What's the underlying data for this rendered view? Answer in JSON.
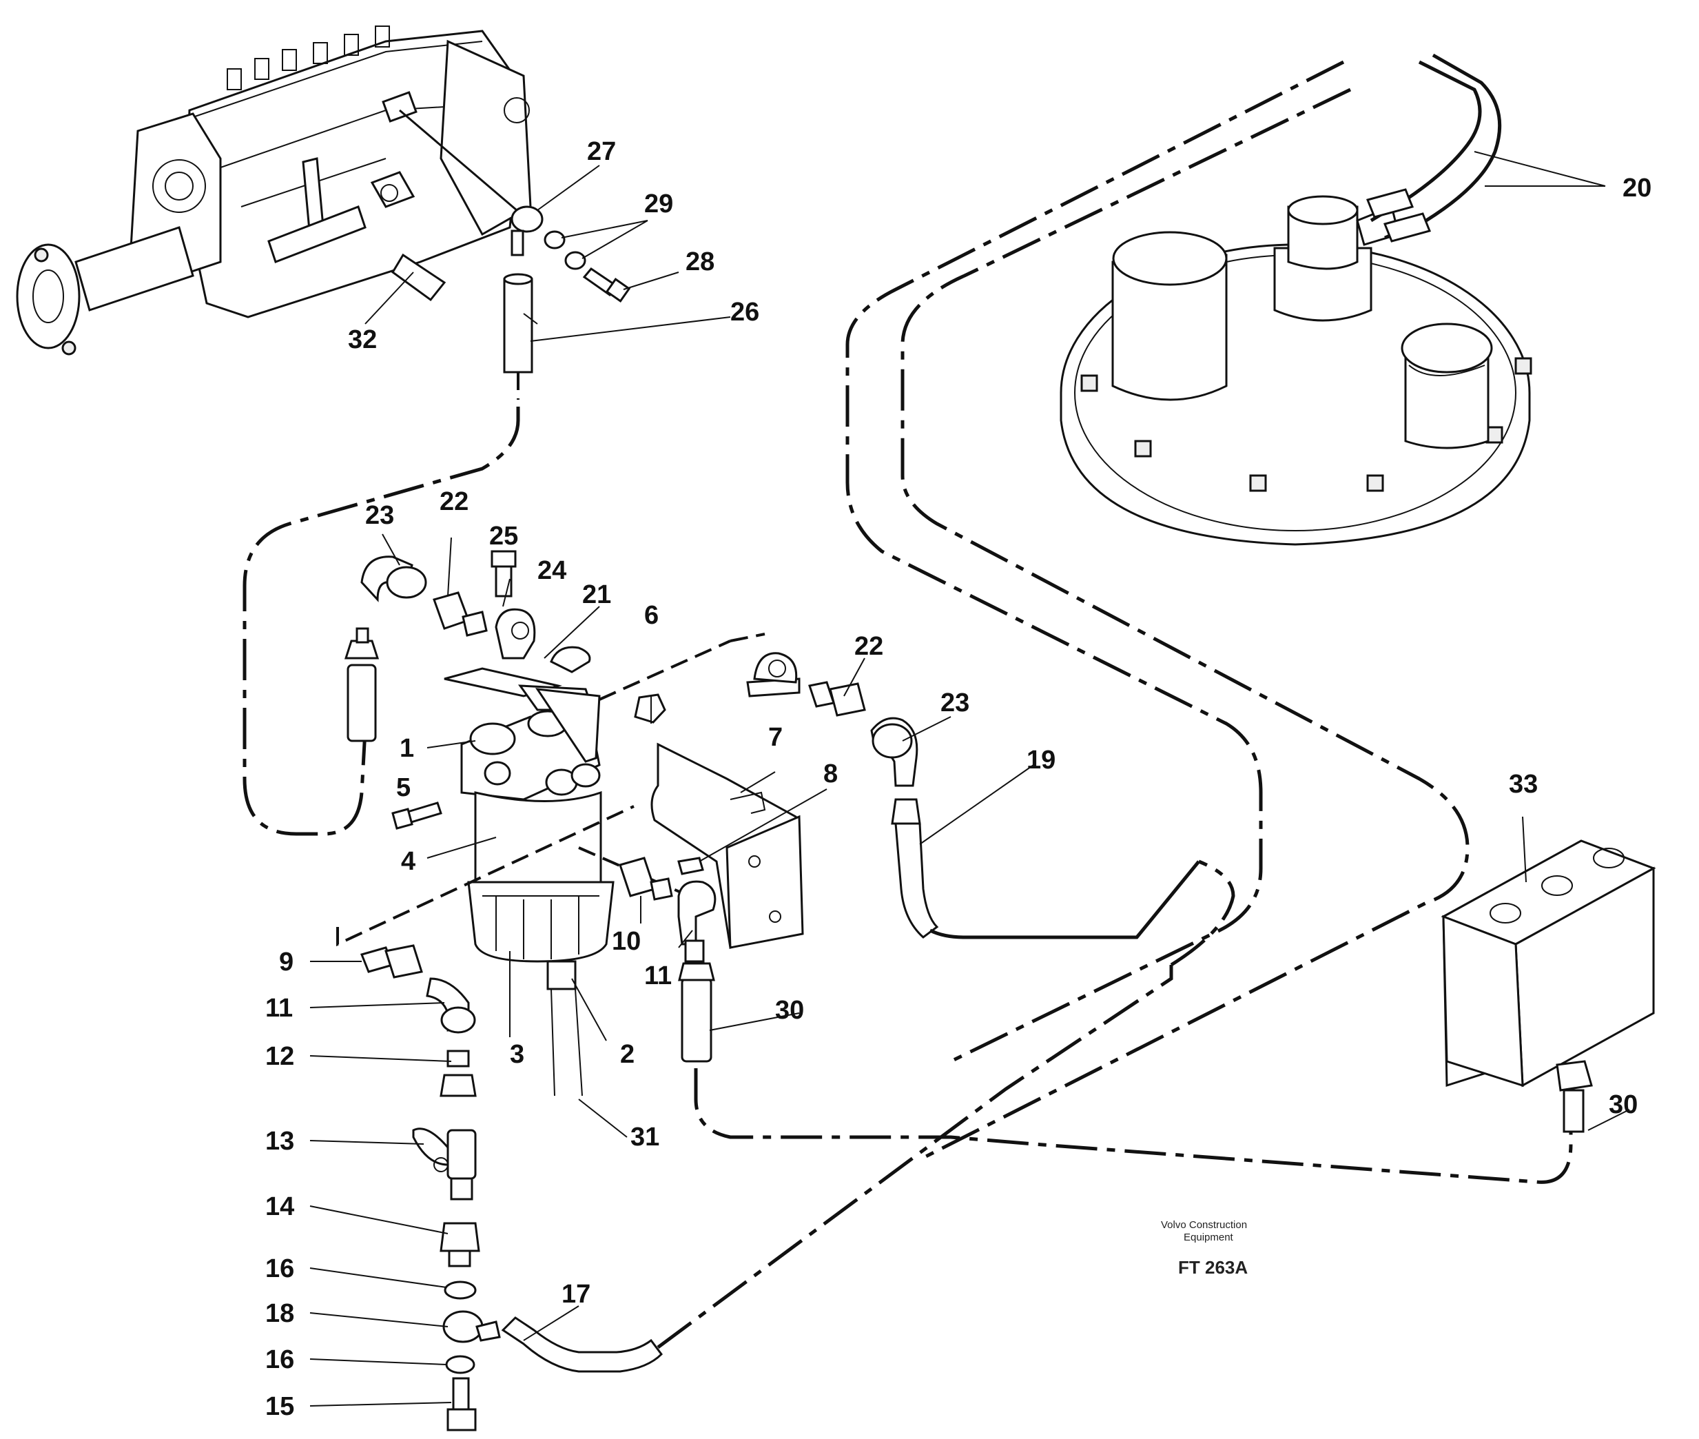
{
  "caption": {
    "company": "Volvo Construction",
    "company_line2": "Equipment",
    "code": "FT 263A"
  },
  "labels": {
    "p1": "1",
    "p2": "2",
    "p3": "3",
    "p4": "4",
    "p5": "5",
    "p6": "6",
    "p7": "7",
    "p8": "8",
    "p9": "9",
    "p10": "10",
    "p11a": "11",
    "p11b": "11",
    "p12": "12",
    "p13": "13",
    "p14": "14",
    "p15": "15",
    "p16a": "16",
    "p16b": "16",
    "p17": "17",
    "p18": "18",
    "p19": "19",
    "p20": "20",
    "p21": "21",
    "p22a": "22",
    "p22b": "22",
    "p23a": "23",
    "p23b": "23",
    "p24": "24",
    "p25": "25",
    "p26": "26",
    "p27": "27",
    "p28": "28",
    "p29": "29",
    "p30a": "30",
    "p30b": "30",
    "p31": "31",
    "p32": "32",
    "p33": "33"
  }
}
